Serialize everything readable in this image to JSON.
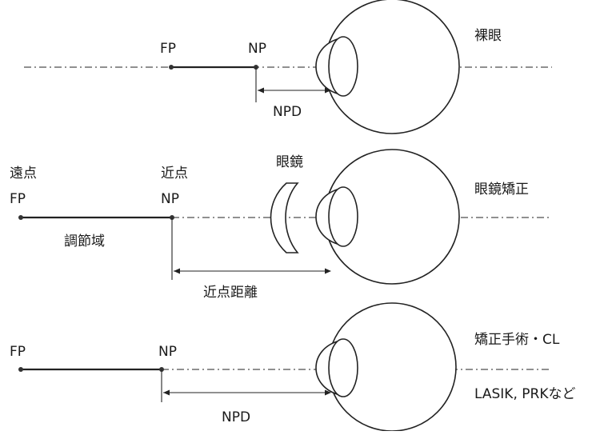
{
  "rows": [
    {
      "fp": "FP",
      "np": "NP",
      "distance": "NPD",
      "side": "裸眼"
    },
    {
      "far_kanji": "遠点",
      "fp": "FP",
      "near_kanji": "近点",
      "np": "NP",
      "glasses": "眼鏡",
      "range": "調節域",
      "distance": "近点距離",
      "side": "眼鏡矯正"
    },
    {
      "fp": "FP",
      "np": "NP",
      "distance": "NPD",
      "side": "矯正手術・CL",
      "side2": "LASIK, PRKなど"
    }
  ]
}
